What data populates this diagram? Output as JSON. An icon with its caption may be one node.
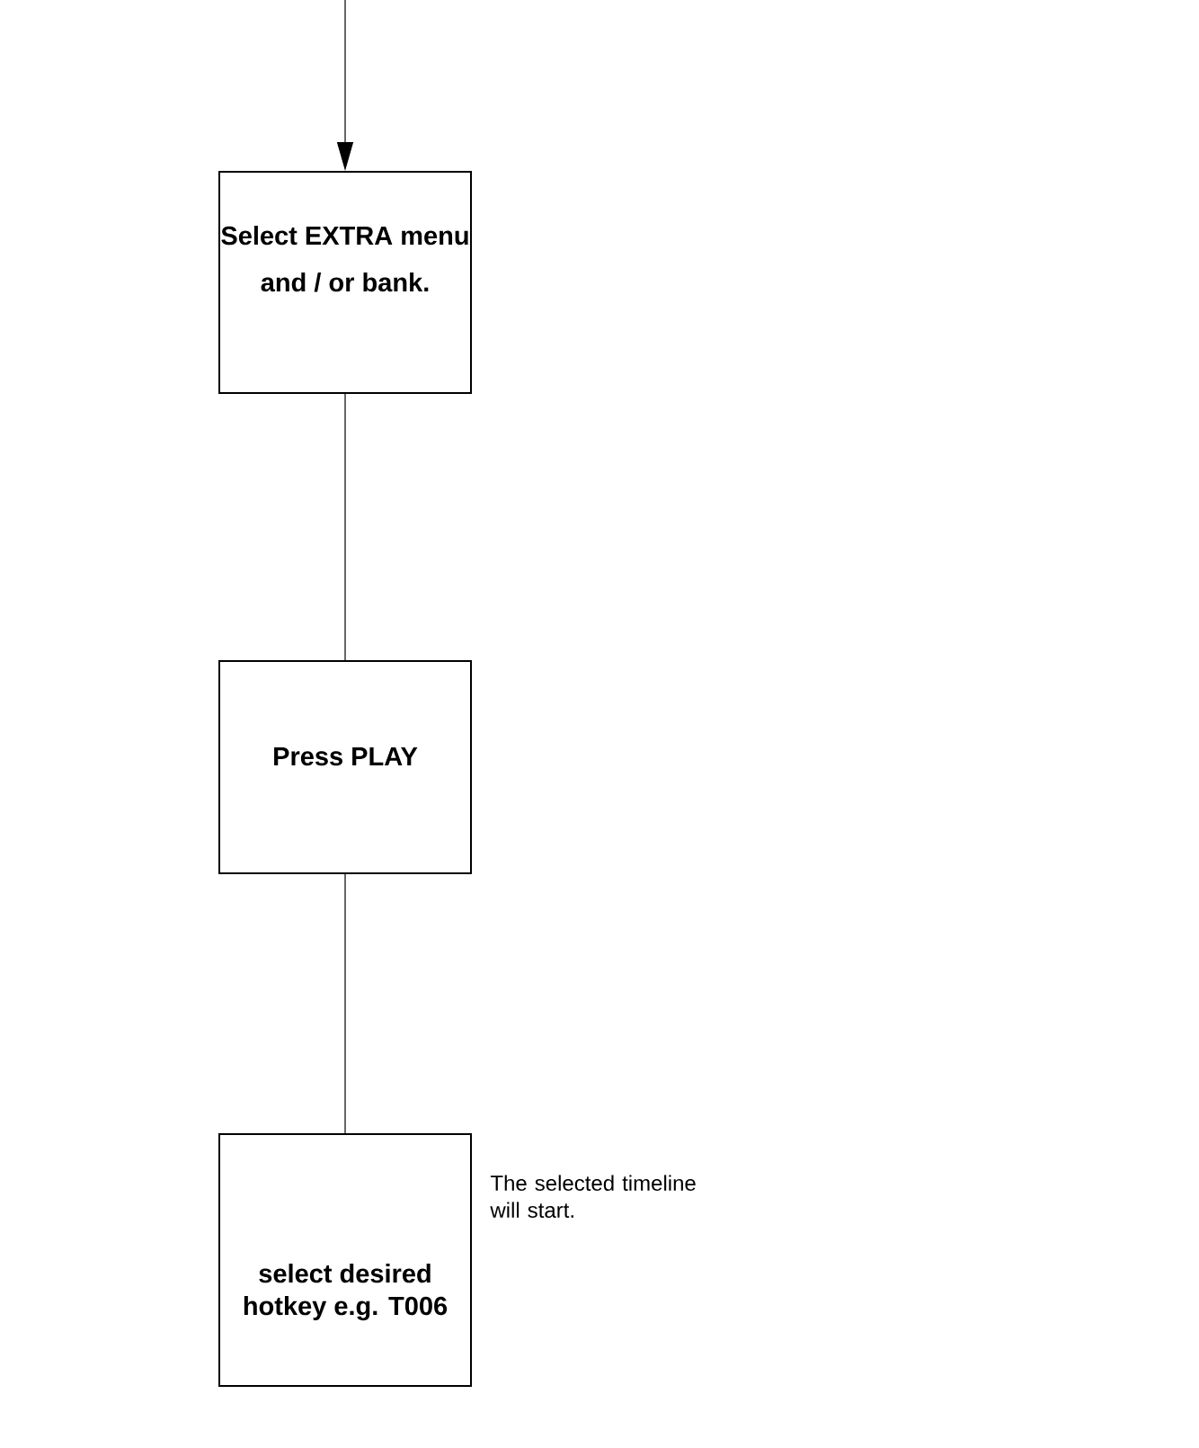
{
  "diagram": {
    "nodes": [
      {
        "text": [
          "Select EXTRA menu and / or bank."
        ]
      },
      {
        "text": [
          "Press PLAY"
        ]
      },
      {
        "text": [
          "select desired hotkey e.g. T006"
        ],
        "beside": [
          "The selected timeline will start."
        ]
      }
    ],
    "edges": [
      {
        "from": null,
        "to": 0,
        "arrow": "to"
      },
      {
        "from": 0,
        "to": 1,
        "arrow": "none"
      },
      {
        "from": 1,
        "to": 2,
        "arrow": "none"
      }
    ]
  }
}
